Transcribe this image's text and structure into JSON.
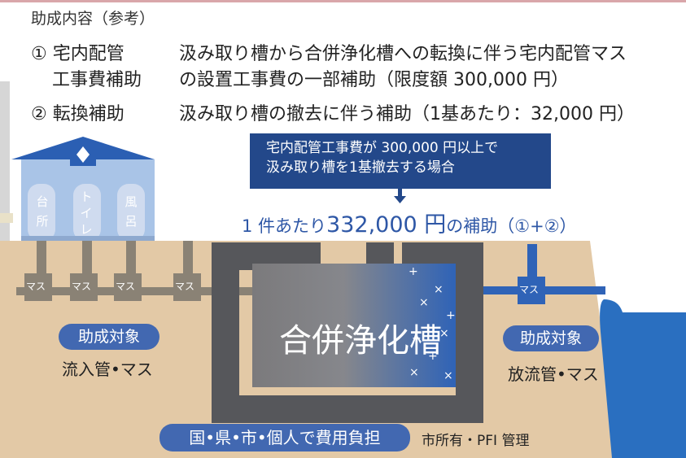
{
  "heading": "助成内容（参考）",
  "item1": {
    "label_line1": "① 宅内配管",
    "label_line2": "工事費補助",
    "desc_line1": "汲み取り槽から合併浄化槽への転換に伴う宅内配管マス",
    "desc_line2": "の設置工事費の一部補助（限度額 300,000 円）"
  },
  "item2": {
    "label": "② 転換補助",
    "desc": "汲み取り槽の撤去に伴う補助（1基あたり：32,000 円）"
  },
  "banner": {
    "line1": "宅内配管工事費が 300,000 円以上で",
    "line2": "汲み取り槽を1基撤去する場合"
  },
  "result": {
    "pre": "1 件あたり",
    "amount": "332,000 円",
    "post": "の補助（①+②）"
  },
  "house": {
    "rooms": [
      {
        "top": "台",
        "bottom": "所"
      },
      {
        "top": "ト",
        "bottom": "イ",
        "extra": "レ"
      },
      {
        "top": "風",
        "bottom": "呂"
      }
    ]
  },
  "mas_label": "マス",
  "tank_label": "合併浄化槽",
  "left_group": {
    "pill": "助成対象",
    "caption": "流入管•マス"
  },
  "right_group": {
    "pill": "助成対象",
    "caption": "放流管•マス"
  },
  "bottom": {
    "pill": "国•県•市•個人で費用負担",
    "note": "市所有・PFI 管理"
  },
  "colors": {
    "soil": "#e3c9a6",
    "pipe": "#8a8275",
    "frame": "#56575b",
    "blue": "#2f63b7",
    "house": "#a9c4e7",
    "banner": "#23488a"
  }
}
